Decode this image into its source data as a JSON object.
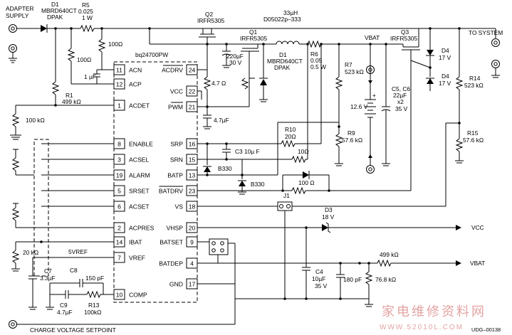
{
  "ic": {
    "part": "bq24700PW",
    "left_pins": [
      {
        "num": "11",
        "name": "ACN"
      },
      {
        "num": "12",
        "name": "ACP"
      },
      {
        "num": "1",
        "name": "ACDET"
      },
      {
        "num": "8",
        "name": "ENABLE"
      },
      {
        "num": "3",
        "name": "ACSEL"
      },
      {
        "num": "19",
        "name": "ALARM"
      },
      {
        "num": "5",
        "name": "SRSET"
      },
      {
        "num": "6",
        "name": "ACSET"
      },
      {
        "num": "2",
        "name": "ACPRES"
      },
      {
        "num": "14",
        "name": "IBAT"
      },
      {
        "num": "7",
        "name": "VREF"
      },
      {
        "num": "10",
        "name": "COMP"
      }
    ],
    "right_pins": [
      {
        "num": "24",
        "name": "ACDRV"
      },
      {
        "num": "22",
        "name": "VCC"
      },
      {
        "num": "21",
        "name": "PWM"
      },
      {
        "num": "16",
        "name": "SRP"
      },
      {
        "num": "15",
        "name": "SRN"
      },
      {
        "num": "13",
        "name": "BATP"
      },
      {
        "num": "23",
        "name": "BATDRV"
      },
      {
        "num": "18",
        "name": "VS"
      },
      {
        "num": "20",
        "name": "VHSP"
      },
      {
        "num": "9",
        "name": "BATSET"
      },
      {
        "num": "4",
        "name": "BATDEP"
      },
      {
        "num": "17",
        "name": "GND"
      }
    ]
  },
  "labels": {
    "adapter1": "ADAPTER",
    "adapter2": "SUPPLY",
    "d1": "D1",
    "d1_part": "MBRD640CT",
    "d1_pkg": "DPAK",
    "r5": "R5",
    "r5_val": "0.025",
    "r5_w": "1 W",
    "r100a": "100Ω",
    "r100b": "100Ω",
    "c1u": "1 µF",
    "r1": "R1",
    "r1_val": "499 kΩ",
    "r100k": "100 kΩ",
    "q2": "Q2",
    "q2_part": "IRFR5305",
    "l_val": "33µH",
    "l_part": "D05022p–333",
    "q1": "Q1",
    "q1_part": "IRFR5305",
    "vbat_top": "VBAT",
    "q3": "Q3",
    "q3_part": "IRFR5305",
    "to_system": "TO SYSTEM",
    "c220": "220µF",
    "c220v": "30 V",
    "d1b": "D1",
    "d1b_part": "MBRD640CT",
    "d1b_pkg": "DPAK",
    "r6": "R6",
    "r6_val": "0.05",
    "r6_w": "0.5 W",
    "r7": "R7",
    "r7_val": "523 kΩ",
    "c56": "C5, C6",
    "c56_val": "22µF",
    "c56_x": "x2",
    "c56_v": "35 V",
    "d4a": "D4",
    "d4a_v": "17 V",
    "d4b": "D4",
    "d4b_v": "17 V",
    "r14": "R14",
    "r14_val": "523 kΩ",
    "r47": "4.7 Ω",
    "c47": "4.7µF",
    "batt": "12.6 V",
    "r9": "R9",
    "r9_val": "57.6 kΩ",
    "r15": "R15",
    "r15_val": "57.6 kΩ",
    "r10": "R10",
    "r10_val": "20Ω",
    "c3": "C3 10µ F",
    "r10b": "10Ω",
    "b330a": "B330",
    "b330b": "B330",
    "r100c": "100 Ω",
    "j1": "J1",
    "d3": "D3",
    "d3_v": "18 V",
    "vcc": "VCC",
    "vbat": "VBAT",
    "r499": "499 kΩ",
    "c4": "C4",
    "c4_val": "10µF",
    "c4_v": "35 V",
    "c180": "180 pF",
    "r768": "76.8 kΩ",
    "r20k": "20 kΩ",
    "vref5": "5VREF",
    "c7": "C7",
    "c7_val": "3.3µF",
    "c8": "C8",
    "c8_val": "150 pF",
    "c9": "C9",
    "c9_val": "4.7µF",
    "r13": "R13",
    "r13_val": "100kΩ",
    "setpoint": "CHARGE VOLTAGE SETPOINT",
    "figure_id": "UDG–00138",
    "watermark": "家电维修资料网",
    "watermark_url": "WWW.52010L.COM"
  }
}
